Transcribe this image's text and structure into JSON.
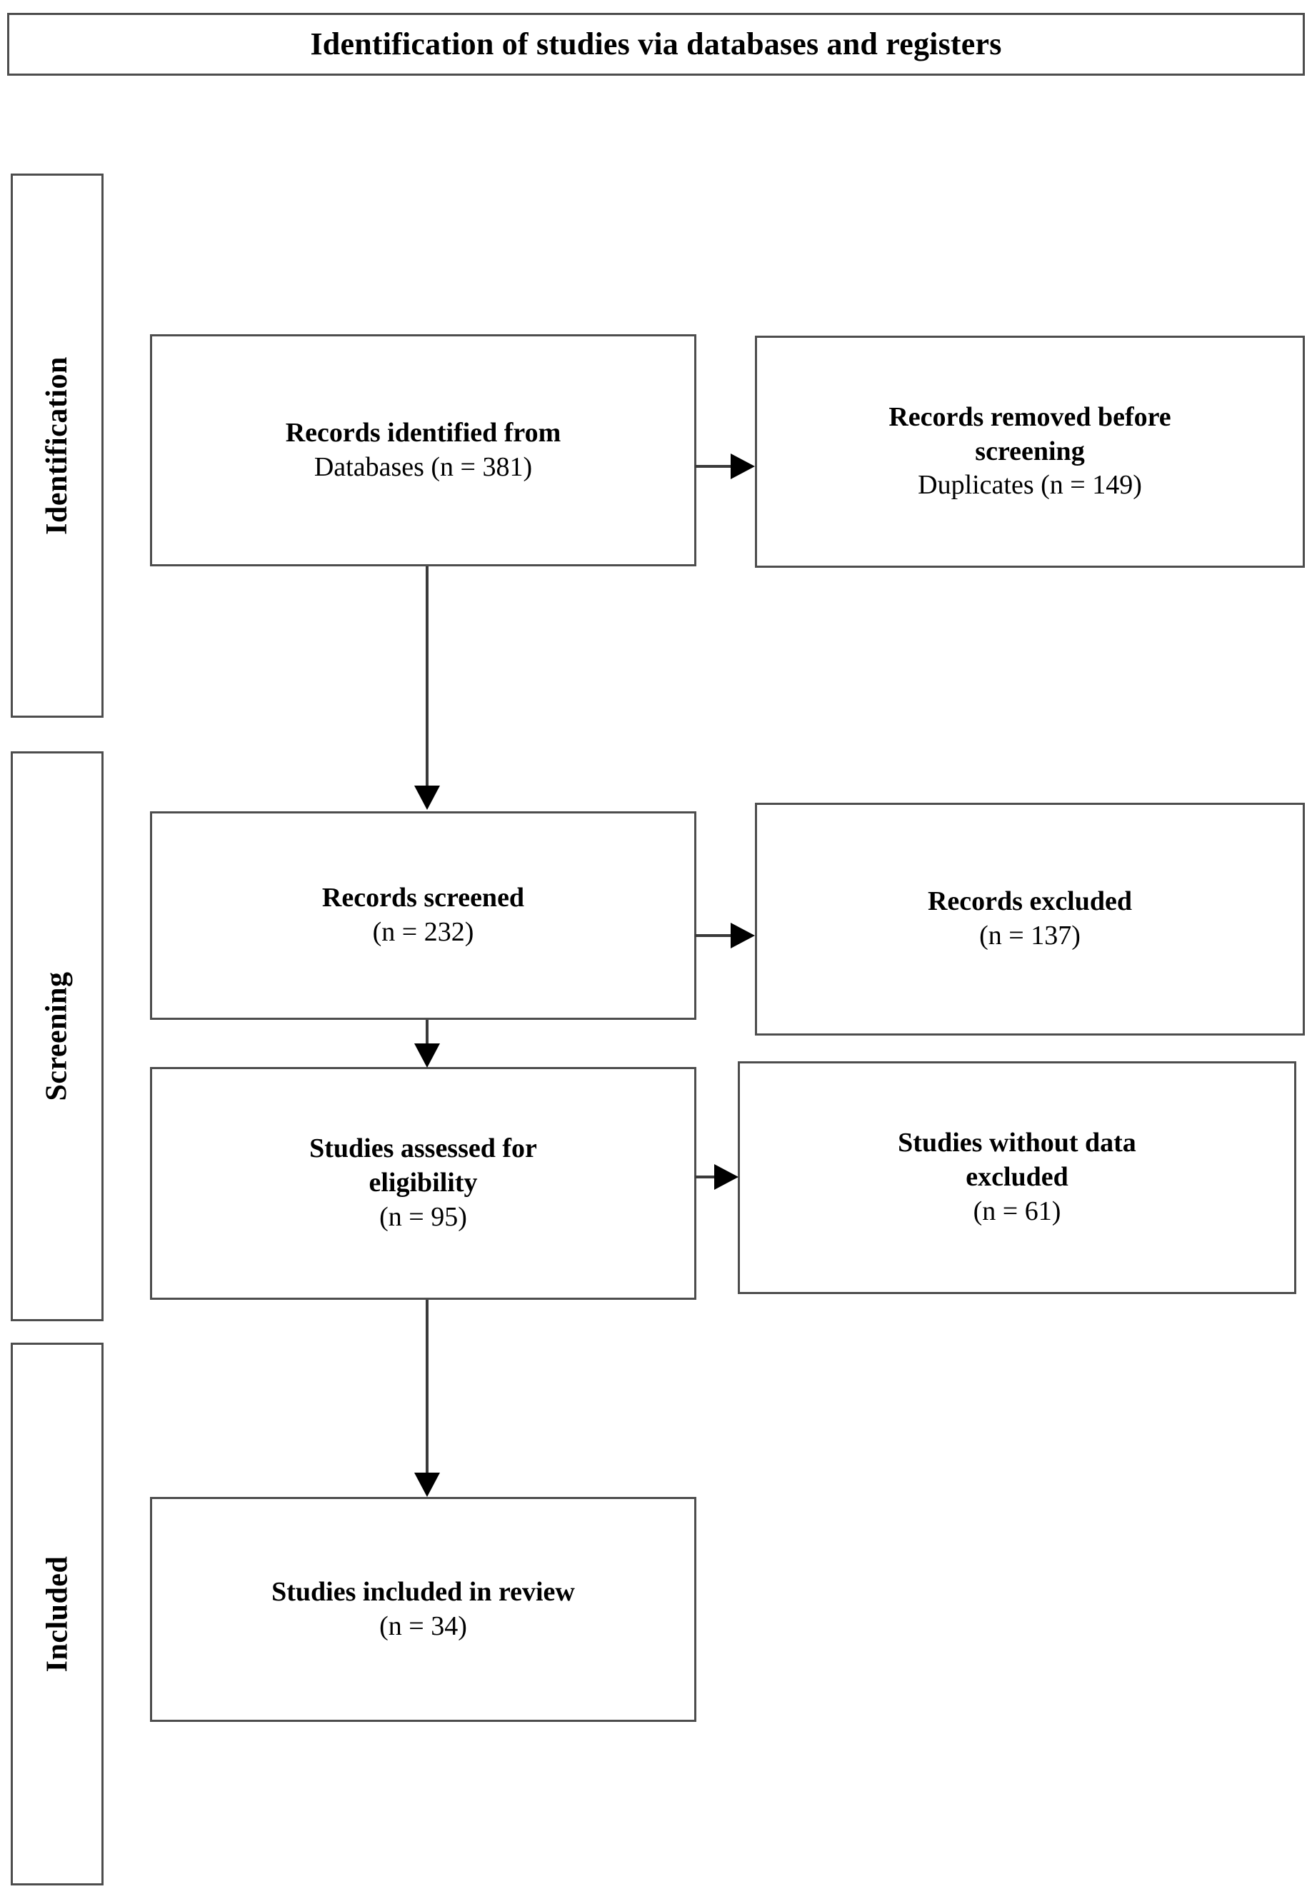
{
  "diagram": {
    "title": "Identification of studies via databases and registers",
    "type": "PRISMA flow diagram",
    "stages": [
      {
        "id": "identification",
        "label": "Identification"
      },
      {
        "id": "screening",
        "label": "Screening"
      },
      {
        "id": "included",
        "label": "Included"
      }
    ],
    "boxes": {
      "identified": {
        "heading": "Records identified from",
        "detail": "Databases (n = 381)",
        "count": 381
      },
      "removed": {
        "heading_line1": "Records removed before",
        "heading_line2": "screening",
        "detail": "Duplicates (n = 149)",
        "count": 149
      },
      "screened": {
        "heading": "Records screened",
        "detail": "(n = 232)",
        "count": 232
      },
      "excluded": {
        "heading": "Records excluded",
        "detail": "(n = 137)",
        "count": 137
      },
      "eligibility": {
        "heading_line1": "Studies assessed for",
        "heading_line2": "eligibility",
        "detail": "(n = 95)",
        "count": 95
      },
      "nodata_excluded": {
        "heading_line1": "Studies without data",
        "heading_line2": "excluded",
        "detail": "(n = 61)",
        "count": 61
      },
      "included_review": {
        "heading": "Studies included in review",
        "detail": "(n = 34)",
        "count": 34
      }
    },
    "colors": {
      "border": "#4d4d4d",
      "connector": "#3a3a3a",
      "arrowhead": "#000000",
      "background": "#ffffff",
      "text": "#000000"
    }
  }
}
